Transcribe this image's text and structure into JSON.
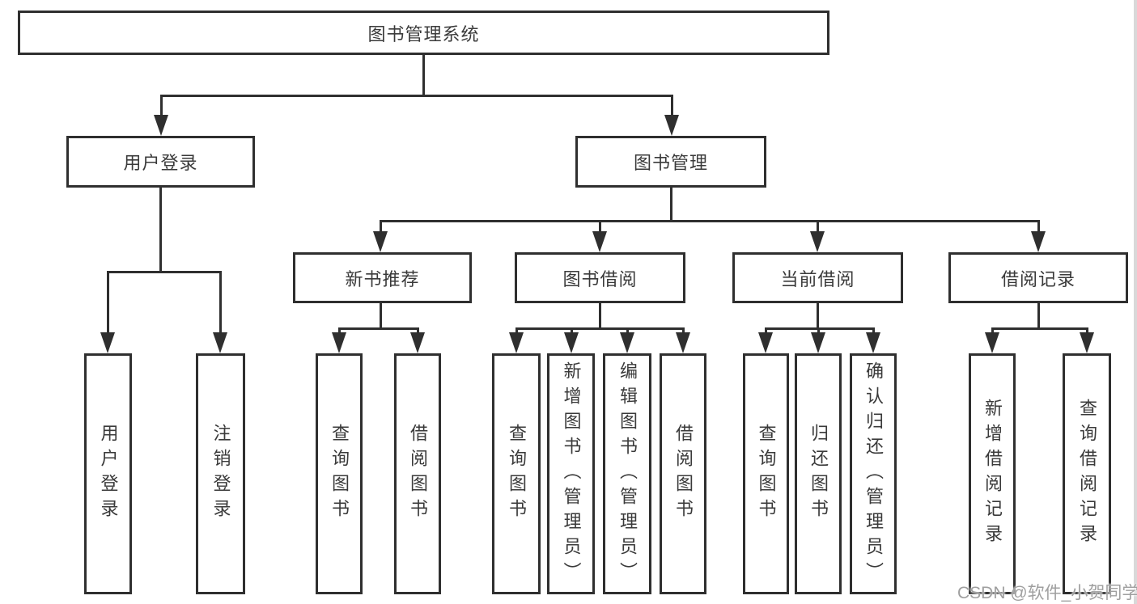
{
  "tree": {
    "root": {
      "label": "图书管理系统"
    },
    "branches": [
      {
        "label": "用户登录",
        "children": [
          {
            "label": "用户登录"
          },
          {
            "label": "注销登录"
          }
        ]
      },
      {
        "label": "图书管理",
        "children": [
          {
            "label": "新书推荐",
            "children": [
              {
                "label": "查询图书"
              },
              {
                "label": "借阅图书"
              }
            ]
          },
          {
            "label": "图书借阅",
            "children": [
              {
                "label": "查询图书"
              },
              {
                "label": "新增图书（管理员）"
              },
              {
                "label": "编辑图书（管理员）"
              },
              {
                "label": "借阅图书"
              }
            ]
          },
          {
            "label": "当前借阅",
            "children": [
              {
                "label": "查询图书"
              },
              {
                "label": "归还图书"
              },
              {
                "label": "确认归还（管理员）"
              }
            ]
          },
          {
            "label": "借阅记录",
            "children": [
              {
                "label": "新增借阅记录"
              },
              {
                "label": "查询借阅记录"
              }
            ]
          }
        ]
      }
    ]
  },
  "watermark": {
    "text": "CSDN @软件_小贺同学",
    "color": "#9f9f9f"
  },
  "colors": {
    "line": "#2f2f2f",
    "text": "#3a3a3a",
    "background": "#ffffff"
  }
}
